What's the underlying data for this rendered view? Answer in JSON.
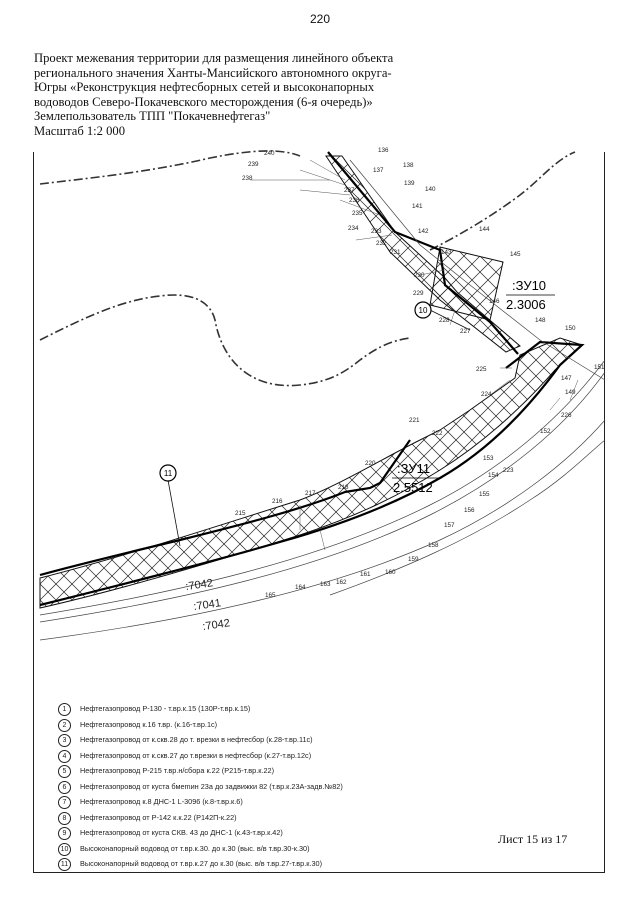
{
  "page_number": "220",
  "header": {
    "line1": "Проект межевания территории для размещения линейного объекта",
    "line2": "регионального значения Ханты-Мансийского автономного округа-",
    "line3": "Югры «Реконструкция нефтесборных сетей и высоконапорных",
    "line4": "водоводов Северо-Покачевского месторождения (6-я очередь)»",
    "line5": "Землепользователь ТПП \"Покачевнефтегаз\"",
    "line6": "Масштаб 1:2 000"
  },
  "map": {
    "parcels": [
      {
        "id": ":ЗУ10",
        "area": "2.3006"
      },
      {
        "id": ":ЗУ11",
        "area": "2.5512"
      }
    ],
    "cadastral_labels": [
      ":7042",
      ":7041",
      ":7042"
    ],
    "callouts": [
      "10",
      "11"
    ],
    "point_numbers": [
      "136",
      "137",
      "138",
      "139",
      "140",
      "141",
      "142",
      "143",
      "144",
      "145",
      "146",
      "147",
      "148",
      "149",
      "150",
      "151",
      "152",
      "153",
      "154",
      "155",
      "156",
      "157",
      "158",
      "159",
      "160",
      "161",
      "162",
      "163",
      "164",
      "165",
      "215",
      "216",
      "217",
      "218",
      "220",
      "221",
      "222",
      "223",
      "224",
      "225",
      "226",
      "227",
      "228",
      "229",
      "230",
      "231",
      "232",
      "233",
      "234",
      "235",
      "236",
      "237",
      "238",
      "239",
      "240"
    ]
  },
  "legend": [
    {
      "num": "1",
      "text": "Нефтегазопровод Р-130 - т.вр.к.15 (130Р-т.вр.к.15)"
    },
    {
      "num": "2",
      "text": "Нефтегазопровод к.16 т.вр. (к.16-т.вр.1с)"
    },
    {
      "num": "3",
      "text": "Нефтегазопровод от к.скв.28 до т. врезки в нефтесбор (к.28-т.вр.11с)"
    },
    {
      "num": "4",
      "text": "Нефтегазопровод от к.скв.27 до т.врезки в нефтесбор (к.27-т.вр.12с)"
    },
    {
      "num": "5",
      "text": "Нефтегазопровод Р-215 т.вр.н/сбора к.22 (Р215-т.вр.к.22)"
    },
    {
      "num": "6",
      "text": "Нефтегазопровод от куста бмеmин 23а до задвижки 82 (т.вр.к.23А-задв.№82)"
    },
    {
      "num": "7",
      "text": "Нефтегазопровод к.8 ДНС-1 L-3096 (к.8-т.вр.к.6)"
    },
    {
      "num": "8",
      "text": "Нефтегазопровод от Р-142 к.к.22 (Р142П-к.22)"
    },
    {
      "num": "9",
      "text": "Нефтегазопровод от куста СКВ. 43 до ДНС-1 (к.43-т.вр.к.42)"
    },
    {
      "num": "10",
      "text": "Высоконапорный водовод от т.вр.к.30. до к.30 (выс. в/в т.вр.30-к.30)"
    },
    {
      "num": "11",
      "text": "Высоконапорный водовод от т.вр.к.27 до к.30 (выс. в/в т.вр.27-т.вр.к.30)"
    }
  ],
  "sheet": "Лист 15 из 17"
}
